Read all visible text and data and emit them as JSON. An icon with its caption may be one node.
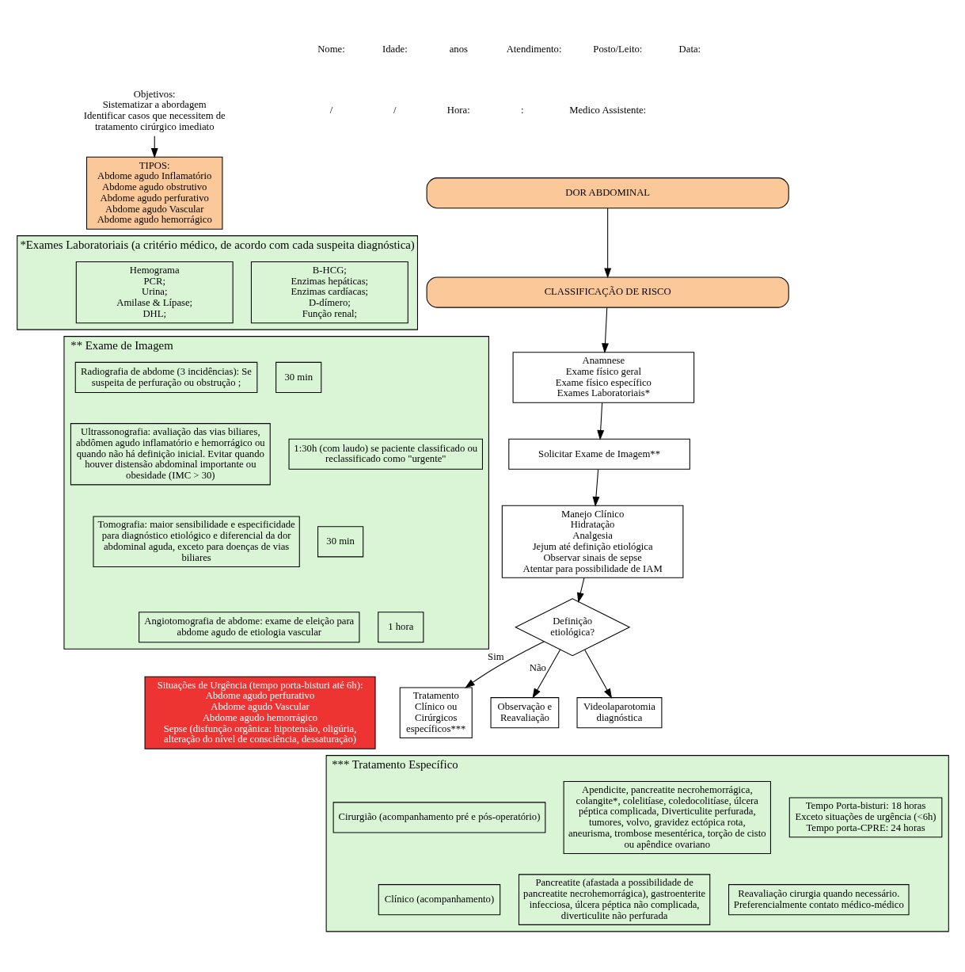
{
  "diagram": {
    "nodes": [
      {
        "text": [
          "DOR ABDOMINAL"
        ]
      },
      {
        "text": [
          "CLASSIFICAÇÃO DE RISCO"
        ]
      },
      {
        "text": [
          "Objetivos:",
          "Sistematizar a abordagem",
          "Identificar casos que necessitem de tratamento cirúrgico imediato"
        ]
      },
      {
        "text": [
          "TIPOS:",
          "Abdome agudo Inflamatório",
          "Abdome agudo obstrutivo",
          "Abdome agudo perfurativo",
          "Abdome agudo Vascular",
          "Abdome agudo hemorrágico"
        ]
      },
      {
        "text": [
          "Anamnese",
          "Exame físico geral",
          "Exame físico específico",
          "Exames Laboratoriais*"
        ]
      },
      {
        "text": [
          "Solicitar Exame de Imagem**"
        ]
      },
      {
        "text": [
          "Manejo Clínico",
          "Hidratação",
          "Analgesia",
          "Jejum até definição etiológica",
          "Observar sinais de sepse",
          "Atentar para possibilidade de IAM"
        ]
      },
      {
        "text": [
          "Definição etiológica?"
        ]
      },
      {
        "text": [
          "Tratamento Clínico ou Cirúrgicos específicos***"
        ]
      },
      {
        "text": [
          "Observação e Reavaliação"
        ]
      },
      {
        "text": [
          "Videolaparotomia diagnóstica"
        ]
      },
      {
        "text": [
          "*Exames Laboratoriais (a critério médico, de acordo com cada suspeita diagnóstica)"
        ]
      },
      {
        "text": [
          "Hemograma",
          "PCR;",
          "Urina;",
          "Amilase & Lípase;",
          "DHL;"
        ],
        "in": 11
      },
      {
        "text": [
          "B-HCG;",
          "Enzimas hepáticas;",
          "Enzimas cardíacas;",
          "D-dímero;",
          "Função renal;"
        ],
        "in": 11
      },
      {
        "text": [
          "** Exame de Imagem"
        ]
      },
      {
        "text": [
          "Radiografia de abdome (3 incidências): Se suspeita de perfuração ou obstrução ;"
        ],
        "in": 14
      },
      {
        "text": [
          "30 min"
        ],
        "in": 14
      },
      {
        "text": [
          "Ultrassonografia: avaliação das vias biliares, abdômen agudo inflamatório e hemorrágico ou quando não há definição inicial. Evitar quando houver distensão abdominal importante ou obesidade (IMC > 30)"
        ],
        "in": 14
      },
      {
        "text": [
          "1:30h (com laudo) se paciente classificado ou reclassificado como \"urgente\""
        ],
        "in": 14
      },
      {
        "text": [
          "Tomografia: maior sensibilidade e especificidade para diagnóstico etiológico e diferencial da dor abdominal aguda, exceto para doenças de vias biliares"
        ],
        "in": 14
      },
      {
        "text": [
          "30 min"
        ],
        "in": 14
      },
      {
        "text": [
          "Angiotomografia de abdome: exame de eleição para abdome agudo de etiologia vascular"
        ],
        "in": 14
      },
      {
        "text": [
          "1 hora"
        ],
        "in": 14
      },
      {
        "text": [
          "Situações de Urgência (tempo porta-bisturi até 6h):",
          "Abdome agudo perfurativo",
          "Abdome agudo Vascular",
          "Abdome agudo hemorrágico",
          "Sepse (disfunção orgânica: hipotensão, oligúria, alteração do nível de consciência, dessaturação)"
        ]
      },
      {
        "text": [
          "*** Tratamento Específico"
        ]
      },
      {
        "text": [
          "Cirurgião (acompanhamento pré e pós-operatório)"
        ],
        "in": 24
      },
      {
        "text": [
          "Apendicite, pancreatite necrohemorrágica, colangite*, colelitíase, coledocolitíase, úlcera péptica complicada, Diverticulite perfurada, tumores, volvo, gravidez ectópica rota, aneurisma, trombose mesentérica, torção de cisto ou apêndice ovariano"
        ],
        "in": 24
      },
      {
        "text": [
          "Tempo Porta-bisturi: 18 horas",
          "Exceto situações de urgência (<6h)",
          "Tempo porta-CPRE: 24 horas"
        ],
        "in": 24
      },
      {
        "text": [
          "Clínico (acompanhamento)"
        ],
        "in": 24
      },
      {
        "text": [
          "Pancreatite (afastada a possibilidade de pancreatite necrohemorrágica), gastroenterite infecciosa, úlcera péptica não complicada, diverticulite não perfurada"
        ],
        "in": 24
      },
      {
        "text": [
          "Reavaliação cirurgia quando necessário. Preferencialmente contato médico-médico"
        ],
        "in": 24
      }
    ],
    "edges": [
      {
        "from": 0,
        "to": 1,
        "arrow": "to"
      },
      {
        "from": 1,
        "to": 4,
        "arrow": "to"
      },
      {
        "from": 2,
        "to": 3,
        "arrow": "to"
      },
      {
        "from": 4,
        "to": 5,
        "arrow": "to"
      },
      {
        "from": 5,
        "to": 6,
        "arrow": "to"
      },
      {
        "from": 6,
        "to": 7,
        "arrow": "to"
      },
      {
        "from": 7,
        "to": 8,
        "label": "Sim",
        "arrow": "to"
      },
      {
        "from": 7,
        "to": 9,
        "label": "Não",
        "arrow": "to"
      },
      {
        "from": 7,
        "to": 10,
        "arrow": "to"
      }
    ],
    "labels": [
      "Nome:",
      "Idade:",
      "anos",
      "Atendimento:",
      "Posto/Leito:",
      "Data:",
      "/",
      "/",
      "Hora:",
      ":",
      "Medico Assistente:"
    ]
  }
}
